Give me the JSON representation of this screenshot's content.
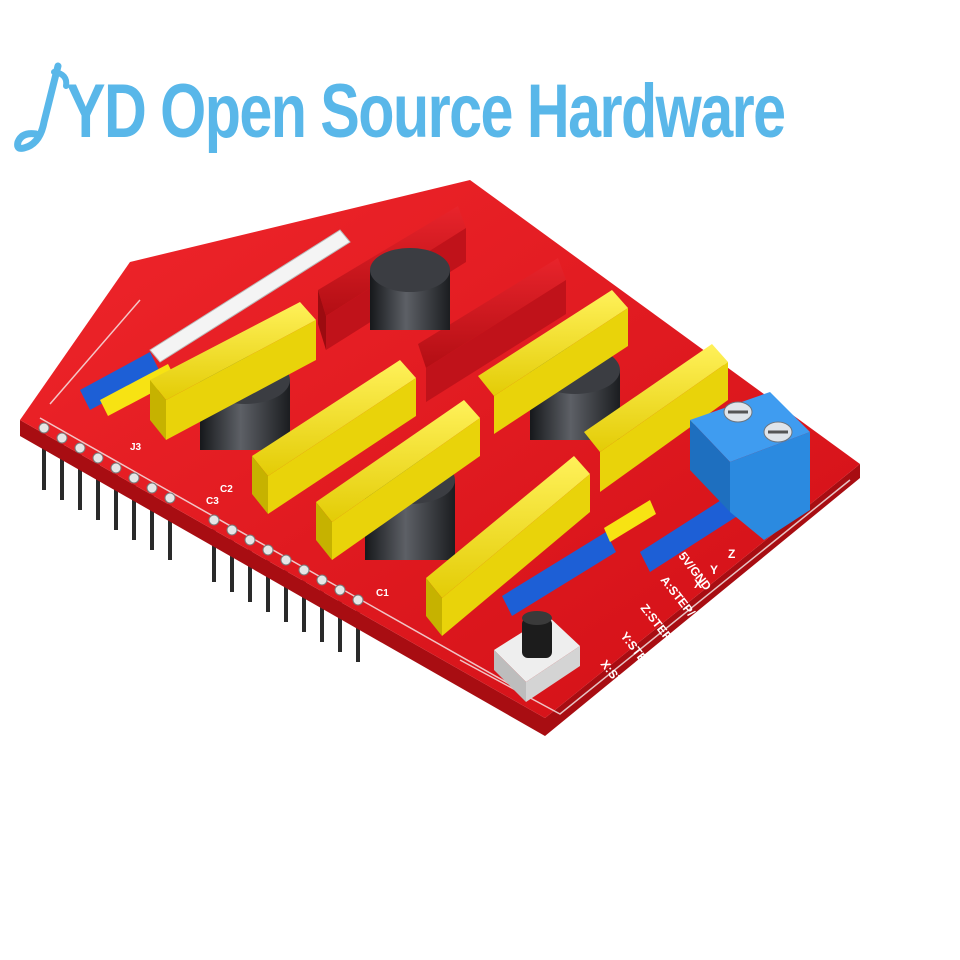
{
  "watermark": {
    "text": "YD Open Source Hardware",
    "color": "#59b7e9"
  },
  "board": {
    "colors": {
      "pcb": "#e0141b",
      "pcb_dark": "#a80d12",
      "header_yellow": "#f7e313",
      "header_red": "#d8141c",
      "pin_blue": "#1d5fd6",
      "terminal_blue": "#2b8ae0",
      "capacitor": "#2a2c30"
    },
    "silkscreen": {
      "x_step_dir": "X:STEP/DIR",
      "y_step_dir": "Y:STEP/DIR",
      "z_step_dir": "Z:STEP/DIR",
      "a_step_dir": "A:STEP/DIR",
      "sv_gnd": "5V/GND",
      "axis_z": "Z",
      "axis_y": "Y",
      "axis_x": "X",
      "c1": "C1",
      "c2": "C2",
      "c3": "C3",
      "j3": "J3"
    }
  }
}
